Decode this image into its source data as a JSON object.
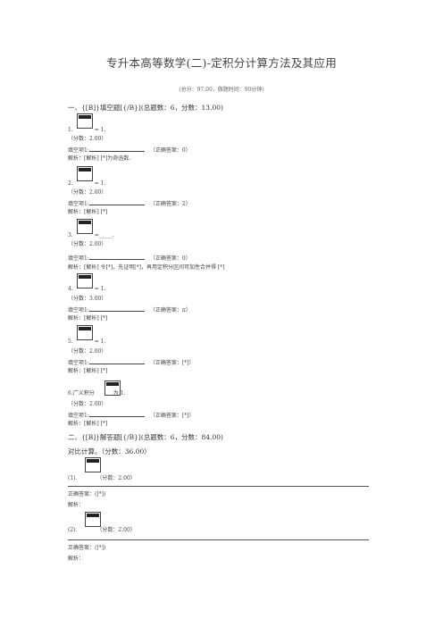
{
  "title": "专升本高等数学(二)-定积分计算方法及其应用",
  "meta": "(总分：97.00，做题时间：90分钟)",
  "section1": {
    "heading": "一、{[B]}填空题[{/B}](总题数：6，分数：13.00)"
  },
  "items": [
    {
      "num": "1.",
      "rest": "= 1.",
      "score": "（分数：2.00）",
      "fill_label": "填空项1:",
      "answer": "（正确答案：0）",
      "analysis": "解析：[解析] [*]为奇函数."
    },
    {
      "num": "2.",
      "rest": "= 1.",
      "score": "（分数：2.00）",
      "fill_label": "填空项1:",
      "answer": "（正确答案：2）",
      "analysis": "解析：[解析] [*]"
    },
    {
      "num": "3.",
      "rest": "=_____.",
      "score": "（分数：2.00）",
      "fill_label": "填空项1:",
      "answer": "（正确答案：0）",
      "analysis": "解析：[解析] 令[*]，先证明[*]，再用定积分区间可加性合并得 [*]"
    },
    {
      "num": "4.",
      "rest": "= 1.",
      "score": "（分数：3.00）",
      "fill_label": "填空项1:",
      "answer": "（正确答案：π）",
      "analysis": "解析：[解析] [*]"
    },
    {
      "num": "5.",
      "rest": "= 1.",
      "score": "（分数：2.00）",
      "fill_label": "填空项1:",
      "answer": "（正确答案：[*]）",
      "analysis": "解析：[解析] [*]"
    },
    {
      "num": "6.广义积分",
      "rest": "为 1.",
      "score": "（分数：2.00）",
      "fill_label": "填空项1:",
      "answer": "（正确答案：[*]）",
      "analysis": "解析：[解析] [*]"
    }
  ],
  "section2": {
    "heading": "二、{[B]}解答题[{/B}](总题数：6，分数：84.00)",
    "intro": "对比计算。（分数：36.00）"
  },
  "sub_items": [
    {
      "num": "(1).",
      "score": "（分数：2.00）",
      "answer": "正确答案：([*])",
      "analysis": "解析："
    },
    {
      "num": "(2).",
      "score": "（分数：2.00）",
      "answer": "正确答案：([*])",
      "analysis": "解析："
    }
  ]
}
